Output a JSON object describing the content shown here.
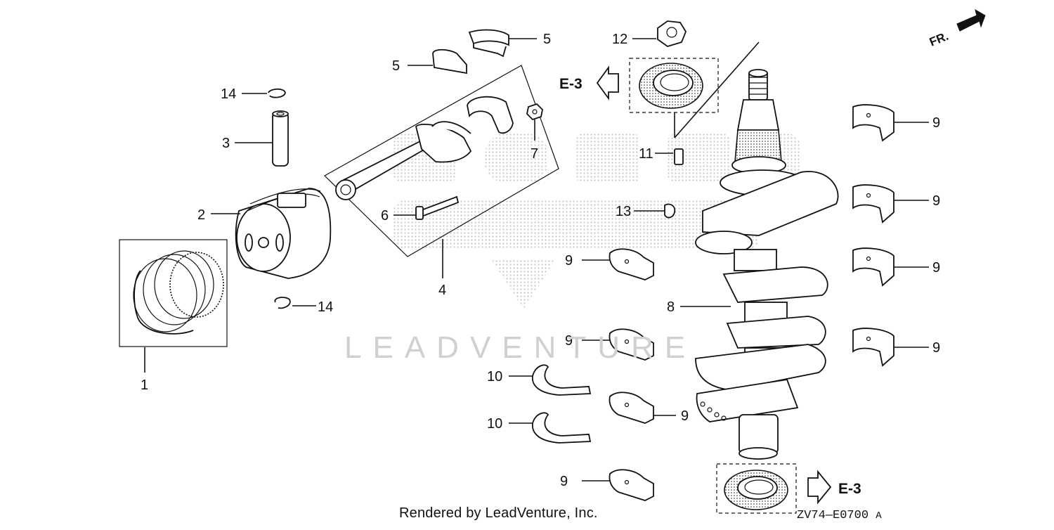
{
  "diagram": {
    "callouts": [
      {
        "id": "c1",
        "label": "1"
      },
      {
        "id": "c2",
        "label": "2"
      },
      {
        "id": "c3",
        "label": "3"
      },
      {
        "id": "c4",
        "label": "4"
      },
      {
        "id": "c5a",
        "label": "5"
      },
      {
        "id": "c5b",
        "label": "5"
      },
      {
        "id": "c6",
        "label": "6"
      },
      {
        "id": "c7",
        "label": "7"
      },
      {
        "id": "c8",
        "label": "8"
      },
      {
        "id": "c9a",
        "label": "9"
      },
      {
        "id": "c9b",
        "label": "9"
      },
      {
        "id": "c9c",
        "label": "9"
      },
      {
        "id": "c9d",
        "label": "9"
      },
      {
        "id": "c9e",
        "label": "9"
      },
      {
        "id": "c9f",
        "label": "9"
      },
      {
        "id": "c9g",
        "label": "9"
      },
      {
        "id": "c9h",
        "label": "9"
      },
      {
        "id": "c10a",
        "label": "10"
      },
      {
        "id": "c10b",
        "label": "10"
      },
      {
        "id": "c11",
        "label": "11"
      },
      {
        "id": "c12",
        "label": "12"
      },
      {
        "id": "c13",
        "label": "13"
      },
      {
        "id": "c14a",
        "label": "14"
      },
      {
        "id": "c14b",
        "label": "14"
      }
    ],
    "refs": [
      {
        "id": "ref-top",
        "label": "E-3"
      },
      {
        "id": "ref-bottom",
        "label": "E-3"
      }
    ],
    "direction_label": "FR.",
    "footer": "Rendered by LeadVenture, Inc.",
    "diagram_code": "ZV74—E0700",
    "diagram_code_suffix": "A",
    "watermark": "LEADVENTURE"
  }
}
